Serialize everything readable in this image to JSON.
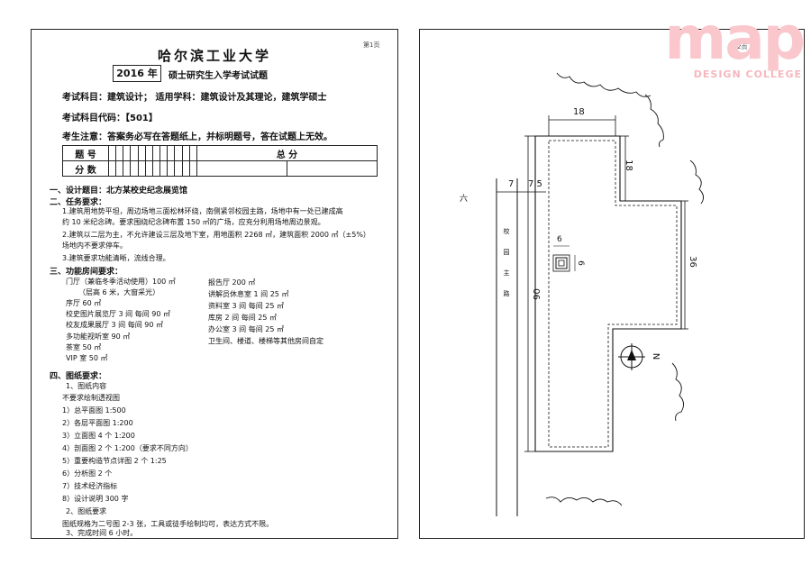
{
  "page1": {
    "page_no": "第1页",
    "university": "哈尔滨工业大学",
    "year": "2016 年",
    "exam_title": "硕士研究生入学考试试题",
    "subject_line": "考试科目：建筑设计；        适用学科：建筑设计及其理论，建筑学硕士",
    "code_line": "考试科目代码：【501】",
    "notice": "考生注意：答案务必写在答题纸上，并标明题号，答在试题上无效。",
    "score_table": {
      "row1_label": "题 号",
      "row1_total": "总 分",
      "row2_label": "分 数"
    },
    "sec1": "一、设计题目：北方某校史纪念展览馆",
    "sec2": "二、任务要求：",
    "req1a": "1.建筑用地势平坦，周边场地三面松林环绕，南侧紧邻校园主路，场地中有一处已建成高",
    "req1b": "约 10 米纪念碑。要求围绕纪念碑布置 150 ㎡的广场，应充分利用场地周边景观。",
    "req2a": "2.建筑以二层为主，不允许建设三层及地下室，用地面积 2268 ㎡，建筑面积 2000 ㎡（±5%）",
    "req2b": "场地内不要求停车。",
    "req3": "3.建筑要求功能清晰，流线合理。",
    "sec3": "三、功能房间要求：",
    "rooms_left": [
      "门厅（兼临冬季活动使用）100 ㎡",
      "（层高 6 米，大窗采光）",
      "序厅 60 ㎡",
      "校史图片展览厅 3 间  每间 90 ㎡",
      "校友成果展厅 3 间  每间 90 ㎡",
      "多功能视听室 90 ㎡",
      "茶室 50 ㎡",
      "VIP 室 50 ㎡"
    ],
    "rooms_right": [
      "报告厅 200 ㎡",
      "讲解员休息室 1 间  25 ㎡",
      "资料室 3 间  每间 25 ㎡",
      "库房 2 间  每间 25 ㎡",
      "办公室 3 间  每间 25 ㎡",
      "卫生间、楼道、楼梯等其他房间自定"
    ],
    "sec4": "四、图纸要求：",
    "drawing_items": [
      "1、图纸内容",
      "不要求绘制透视图",
      "1）总平面图 1:500",
      "2）各层平面图 1:200",
      "3）立面图 4 个  1:200",
      "4）剖面图 2 个  1:200（要求不同方向）",
      "5）重要构造节点详图 2 个  1:25",
      "6）分析图 2 个",
      "7）技术经济指标",
      "8）设计说明 300 字",
      "2、图纸要求",
      "图纸规格为二号图 2-3 张，工具或徒手绘制均可，表达方式不限。",
      "3、完成时间 6 小时。"
    ]
  },
  "page2": {
    "page_no": "第2页",
    "dims": {
      "top_width": "18",
      "side_18": "18",
      "left_7": "7",
      "left_75": "7.5",
      "height_90": "90",
      "right_36": "36",
      "mon_6a": "6",
      "mon_6b": "6"
    },
    "road_label": "校园主路",
    "north": "N",
    "left_mark": "六"
  },
  "watermark": {
    "logo": "map",
    "sub": "DESIGN COLLEGE"
  }
}
